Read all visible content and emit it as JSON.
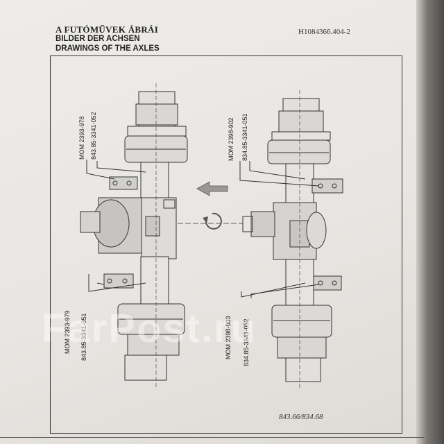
{
  "header": {
    "title_hu": "A FUTÓMŰVEK ÁBRÁI",
    "title_de": "BILDER DER ACHSEN",
    "title_en": "DRAWINGS OF THE AXLES",
    "document_number": "H1084366.404-2"
  },
  "drawing": {
    "left_axle": {
      "top_labels": [
        "MOM 2393-978",
        "843.85-3341-052"
      ],
      "bottom_labels": [
        "MOM 2393-979",
        "843.85-3341-051"
      ]
    },
    "right_axle": {
      "top_labels": [
        "MOM 2398-902",
        "834.85-3341-051"
      ],
      "bottom_labels": [
        "MOM 2398-903",
        "834.85-3341-052"
      ]
    },
    "page_reference": "843.66/834.68"
  },
  "watermark": "FarPost.ru"
}
